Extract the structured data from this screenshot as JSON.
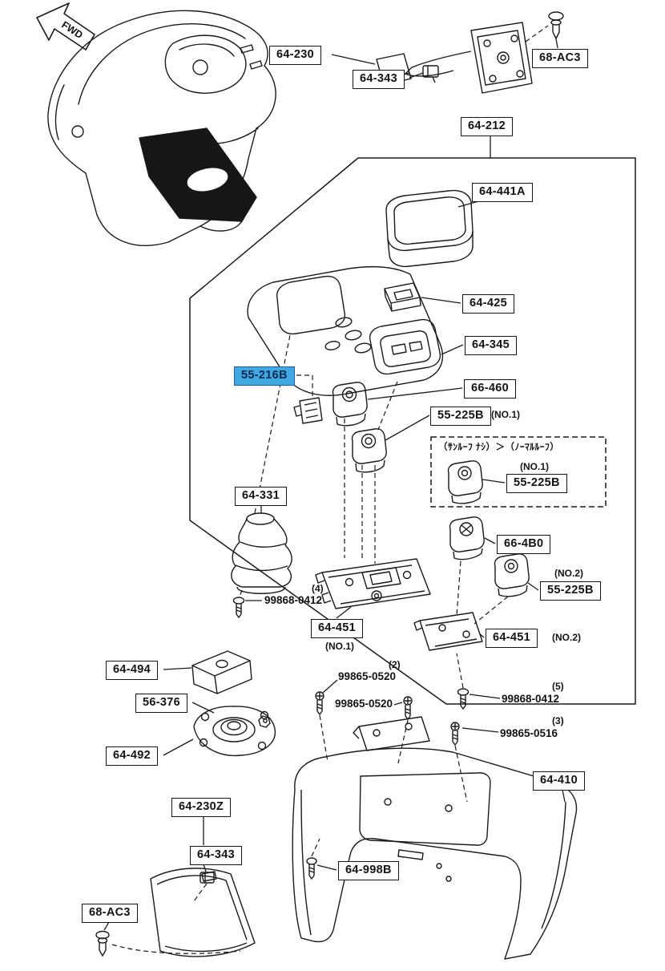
{
  "diagram": {
    "fwd_label": "FWD",
    "highlight_color": "#41a8e1",
    "highlighted_part": "55-216B",
    "line_color": "#1a1a1a"
  },
  "boxes": [
    "64-230",
    "64-343",
    "68-AC3",
    "64-212",
    "64-441A",
    "64-425",
    "64-345",
    "55-216B",
    "66-460",
    "55-225B",
    "55-225B",
    "64-331",
    "66-4B0",
    "55-225B",
    "64-451",
    "64-451",
    "64-494",
    "56-376",
    "64-492",
    "64-410",
    "64-230Z",
    "64-343",
    "64-998B",
    "68-AC3"
  ],
  "notes": [
    "99868-0412",
    "(4)",
    "99865-0520",
    "(2)",
    "99865-0520",
    "99868-0412",
    "(5)",
    "99865-0516",
    "(3)",
    "(NO.1)",
    "(NO.1)",
    "(NO.2)",
    "(NO.1)",
    "(NO.2)",
    "（ｻﾝﾙｰﾌ ﾅｼ）＞（ﾉｰﾏﾙﾙｰﾌ）"
  ]
}
